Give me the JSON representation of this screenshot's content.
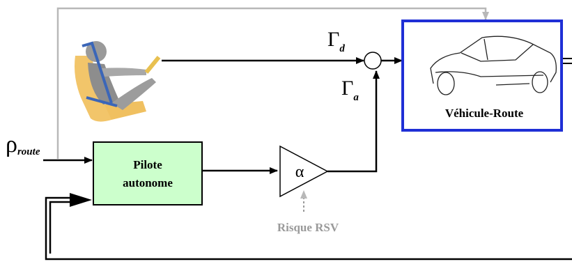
{
  "signals": {
    "rho_symbol": "ρ",
    "rho_subscript": "route",
    "gamma_symbol": "Γ",
    "gamma_d_subscript": "d",
    "gamma_a_subscript": "a"
  },
  "blocks": {
    "pilot_line1": "Pilote",
    "pilot_line2": "autonome",
    "gain_symbol": "α",
    "vehicle_label": "Véhicule-Route"
  },
  "annotations": {
    "risk_label": "Risque RSV"
  },
  "colors": {
    "pilot_fill": "#ccffcc",
    "vehicle_border": "#1f2fd6",
    "feedback_gray": "#b8b8b8",
    "risk_text": "#9a9a9a",
    "line": "#000000"
  },
  "icons": {
    "driver": "seated-driver-with-seatbelt-icon",
    "car": "car-sketch-icon"
  }
}
